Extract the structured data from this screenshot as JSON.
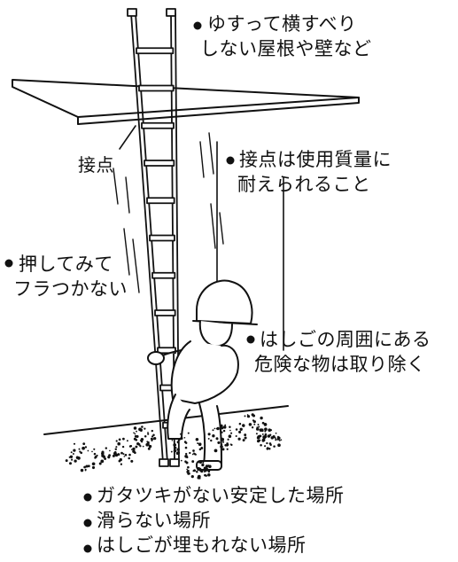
{
  "labels": {
    "roof": [
      "ゆすって横すべり",
      "しない屋根や壁など"
    ],
    "contact_point": "接点",
    "contact": [
      "接点は使用質量に",
      "耐えられること"
    ],
    "push": [
      "押してみて",
      "フラつかない"
    ],
    "hazard": [
      "はしごの周囲にある",
      "危険な物は取り除く"
    ],
    "ground": [
      "ガタツキがない安定した場所",
      "滑らない場所",
      "はしごが埋もれない場所"
    ]
  },
  "colors": {
    "ink": "#111111",
    "background": "#ffffff"
  }
}
